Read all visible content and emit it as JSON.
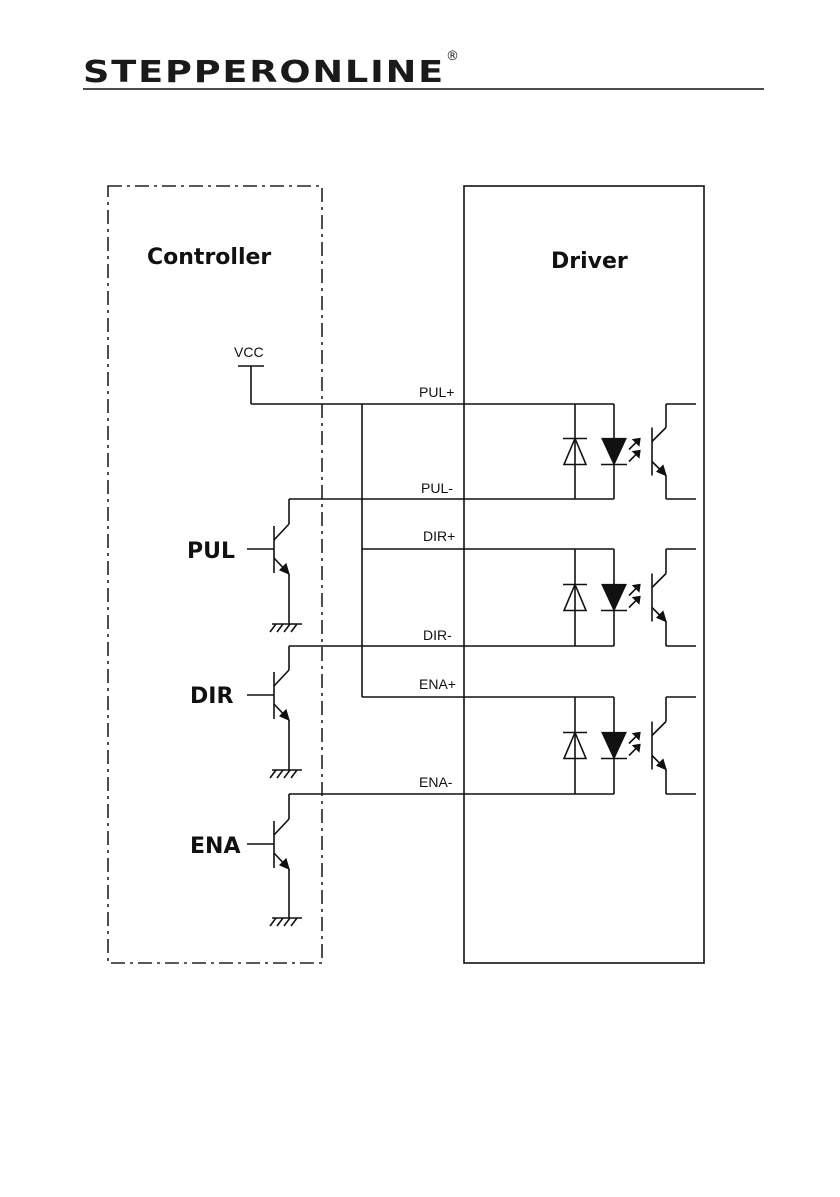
{
  "header": {
    "brand": "STEPPERONLINE",
    "registered_mark": "®"
  },
  "diagram": {
    "controller_label": "Controller",
    "driver_label": "Driver",
    "vcc_label": "VCC",
    "signals": {
      "pul": "PUL",
      "dir": "DIR",
      "ena": "ENA"
    },
    "pins": {
      "pul_plus": "PUL+",
      "pul_minus": "PUL-",
      "dir_plus": "DIR+",
      "dir_minus": "DIR-",
      "ena_plus": "ENA+",
      "ena_minus": "ENA-"
    }
  }
}
